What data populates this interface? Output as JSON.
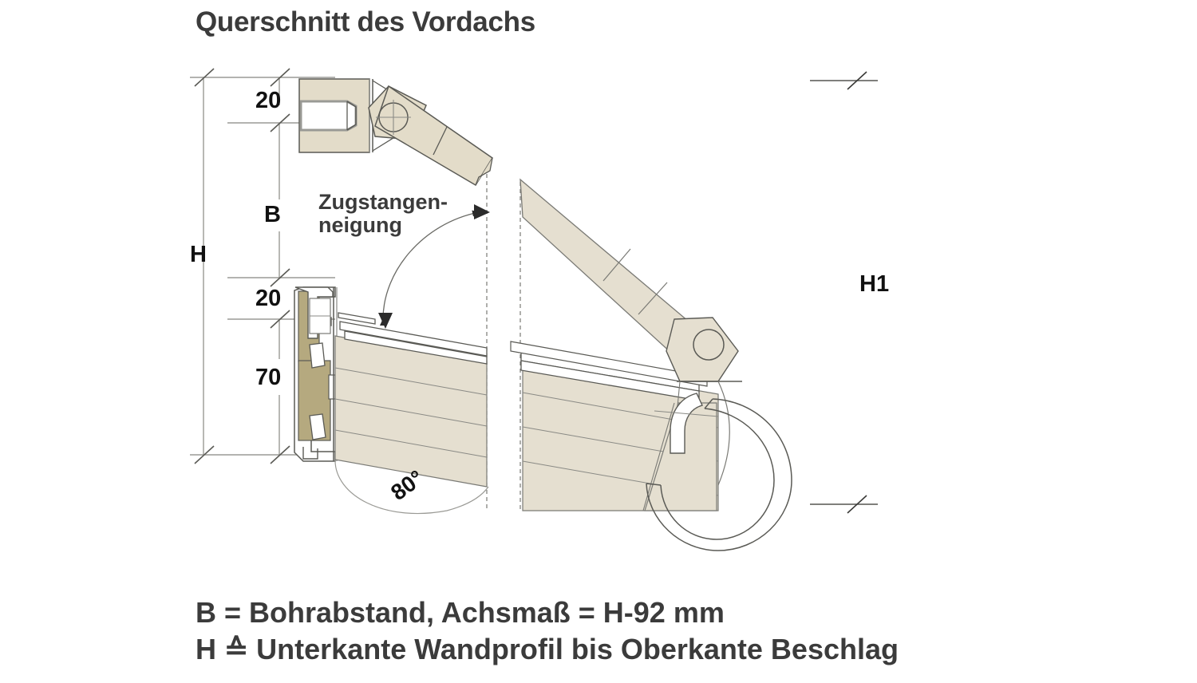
{
  "title": "Querschnitt des Vordachs",
  "annotation": {
    "tie_rod_angle_label": "Zugstangen-\nneigung",
    "angle_value": "80°"
  },
  "dimensions": {
    "top_gap": "20",
    "bore_spacing": "B",
    "total_height": "H",
    "mid_gap": "20",
    "wall_profile_height": "70",
    "front_height": "H1"
  },
  "footer": {
    "line1": "B = Bohrabstand, Achsmaß = H-92 mm",
    "line2": "H ≙ Unterkante Wandprofil bis Oberkante Beschlag"
  },
  "icons": {
    "arrow_head": "arrow-head-icon",
    "tick_slash": "dimension-tick-icon",
    "pivot_circle": "pivot-center-icon"
  },
  "colors": {
    "panel_fill": "#e5dfd0",
    "bracket_fill": "#e3dcc9",
    "wall_profile_fill": "#b5a97f",
    "outline": "#5a5a55",
    "thin_line": "#8a8a85",
    "text": "#3b3b3b",
    "dim_text": "#111111",
    "background": "#ffffff"
  }
}
